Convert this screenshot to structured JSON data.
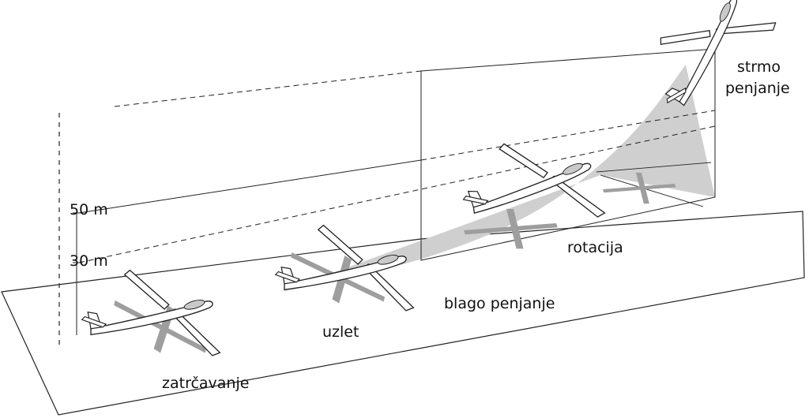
{
  "heights": {
    "h30": "30 m",
    "h50": "50 m"
  },
  "phases": {
    "ground_roll": "zatrčavanje",
    "liftoff": "uzlet",
    "shallow_climb": "blago penjanje",
    "rotation": "rotacija",
    "steep_climb_1": "strmo",
    "steep_climb_2": "penjanje"
  },
  "colors": {
    "line": "#222222",
    "shade": "#cfcfcf",
    "shadow": "#9e9e9e",
    "canopy": "#c9c9c9"
  }
}
